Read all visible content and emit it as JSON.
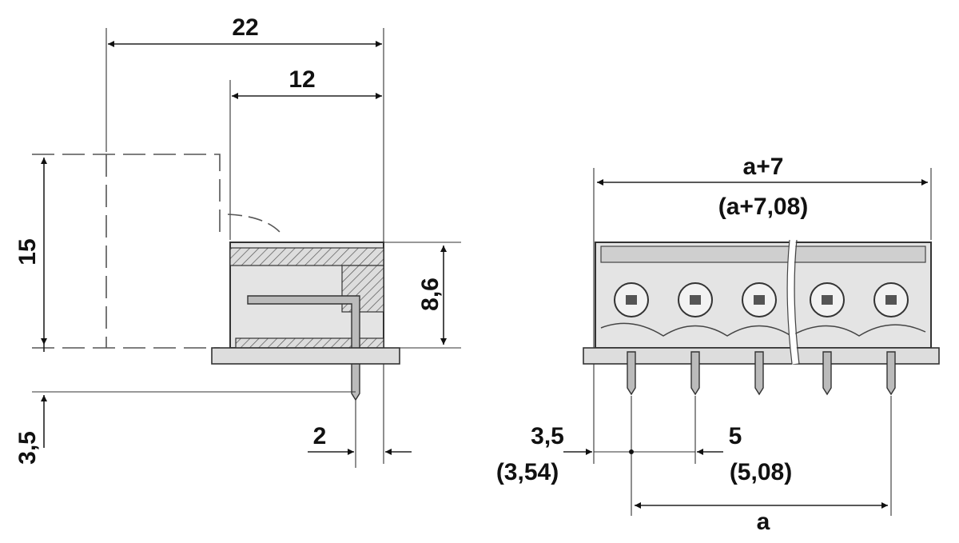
{
  "side_view": {
    "dim_overall_width": "22",
    "dim_body_width": "12",
    "dim_total_height": "15",
    "dim_body_height": "8,6",
    "dim_pin_length": "3,5",
    "dim_pin_offset": "2"
  },
  "front_view": {
    "dim_total_length": "a+7",
    "dim_total_length_alt": "(a+7,08)",
    "dim_edge_offset": "3,5",
    "dim_edge_offset_alt": "(3,54)",
    "dim_pitch": "5",
    "dim_pitch_alt": "(5,08)",
    "dim_span": "a"
  }
}
